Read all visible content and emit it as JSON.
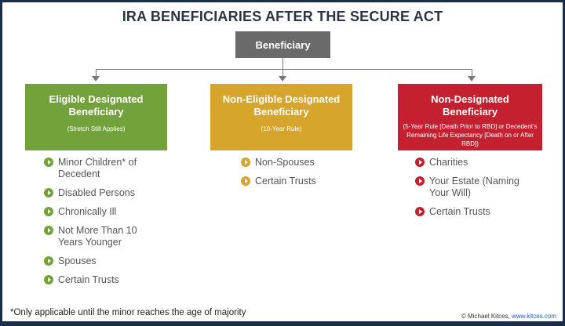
{
  "title": "IRA BENEFICIARIES AFTER THE SECURE ACT",
  "root": {
    "label": "Beneficiary"
  },
  "categories": [
    {
      "heading": "Eligible Designated Beneficiary",
      "subtitle": "(Stretch Still Applies)",
      "color": "#74a23a",
      "items": [
        "Minor Children* of Decedent",
        "Disabled Persons",
        "Chronically Ill",
        "Not More Than 10 Years Younger",
        "Spouses",
        "Certain Trusts"
      ]
    },
    {
      "heading": "Non-Eligible Designated Beneficiary",
      "subtitle": "(10-Year Rule)",
      "color": "#d8a52c",
      "items": [
        "Non-Spouses",
        "Certain Trusts"
      ]
    },
    {
      "heading": "Non-Designated Beneficiary",
      "subtitle": "(5-Year Rule [Death Prior to RBD] or Decedent's Remaining Life Expectancy [Death on or After RBD])",
      "color": "#c5202f",
      "items": [
        "Charities",
        "Your Estate (Naming Your Will)",
        "Certain Trusts"
      ]
    }
  ],
  "footnote": "*Only applicable until the minor reaches the age of majority",
  "credit": {
    "owner": "© Michael Kitces,",
    "link": "www.kitces.com"
  }
}
